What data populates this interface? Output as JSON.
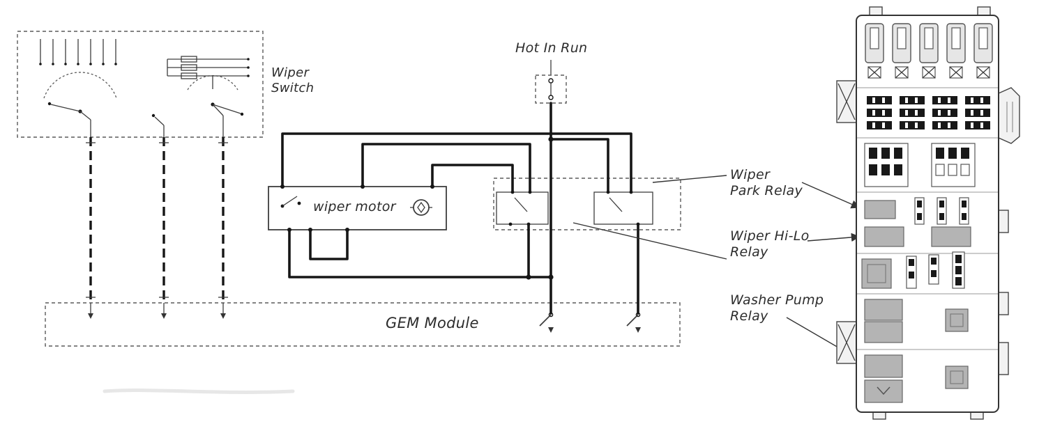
{
  "diagram_labels": {
    "wiper_switch": "Wiper\nSwitch",
    "hot_in_run": "Hot In Run",
    "wiper_motor": "wiper motor",
    "gem_module": "GEM Module"
  },
  "callouts": {
    "wiper_park_relay": "Wiper\nPark Relay",
    "wiper_hi_lo_relay": "Wiper Hi-Lo\nRelay",
    "washer_pump_relay": "Washer Pump\nRelay"
  },
  "colors": {
    "wire": "#161616",
    "outline": "#3d3d3d",
    "dashed": "#5a5a5a",
    "relay_fill": "#b4b4b4",
    "fuse_fill": "#e6e6e6",
    "panel_bg": "#ffffff"
  }
}
